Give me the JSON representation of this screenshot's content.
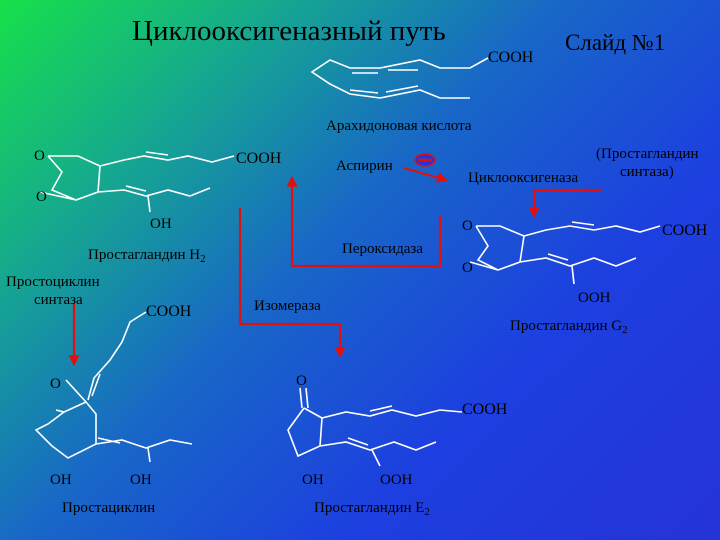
{
  "title": "Циклооксигеназный путь",
  "slide_label": "Слайд №1",
  "colors": {
    "arrow": "#e01010",
    "bond": "#ffffff",
    "text": "#000000"
  },
  "labels": {
    "cooh": "COOH",
    "arachidonic": "Арахидоновая кислота",
    "aspirin": "Аспирин",
    "cox": "Циклооксигеназа",
    "pg_synthase_1": "(Простагландин",
    "pg_synthase_2": "синтаза)",
    "peroxidase": "Пероксидаза",
    "isomerase": "Изомераза",
    "prostacyclin_synthase_1": "Простоциклин",
    "prostacyclin_synthase_2": "синтаза",
    "pgh2": "Простагландин H",
    "pgh2_sub": "2",
    "pgg2": "Простагландин G",
    "pgg2_sub": "2",
    "pge2": "Простагландин E",
    "pge2_sub": "2",
    "prostacyclin": "Простациклин",
    "o": "O",
    "oh": "OH",
    "ooh": "OOH"
  }
}
